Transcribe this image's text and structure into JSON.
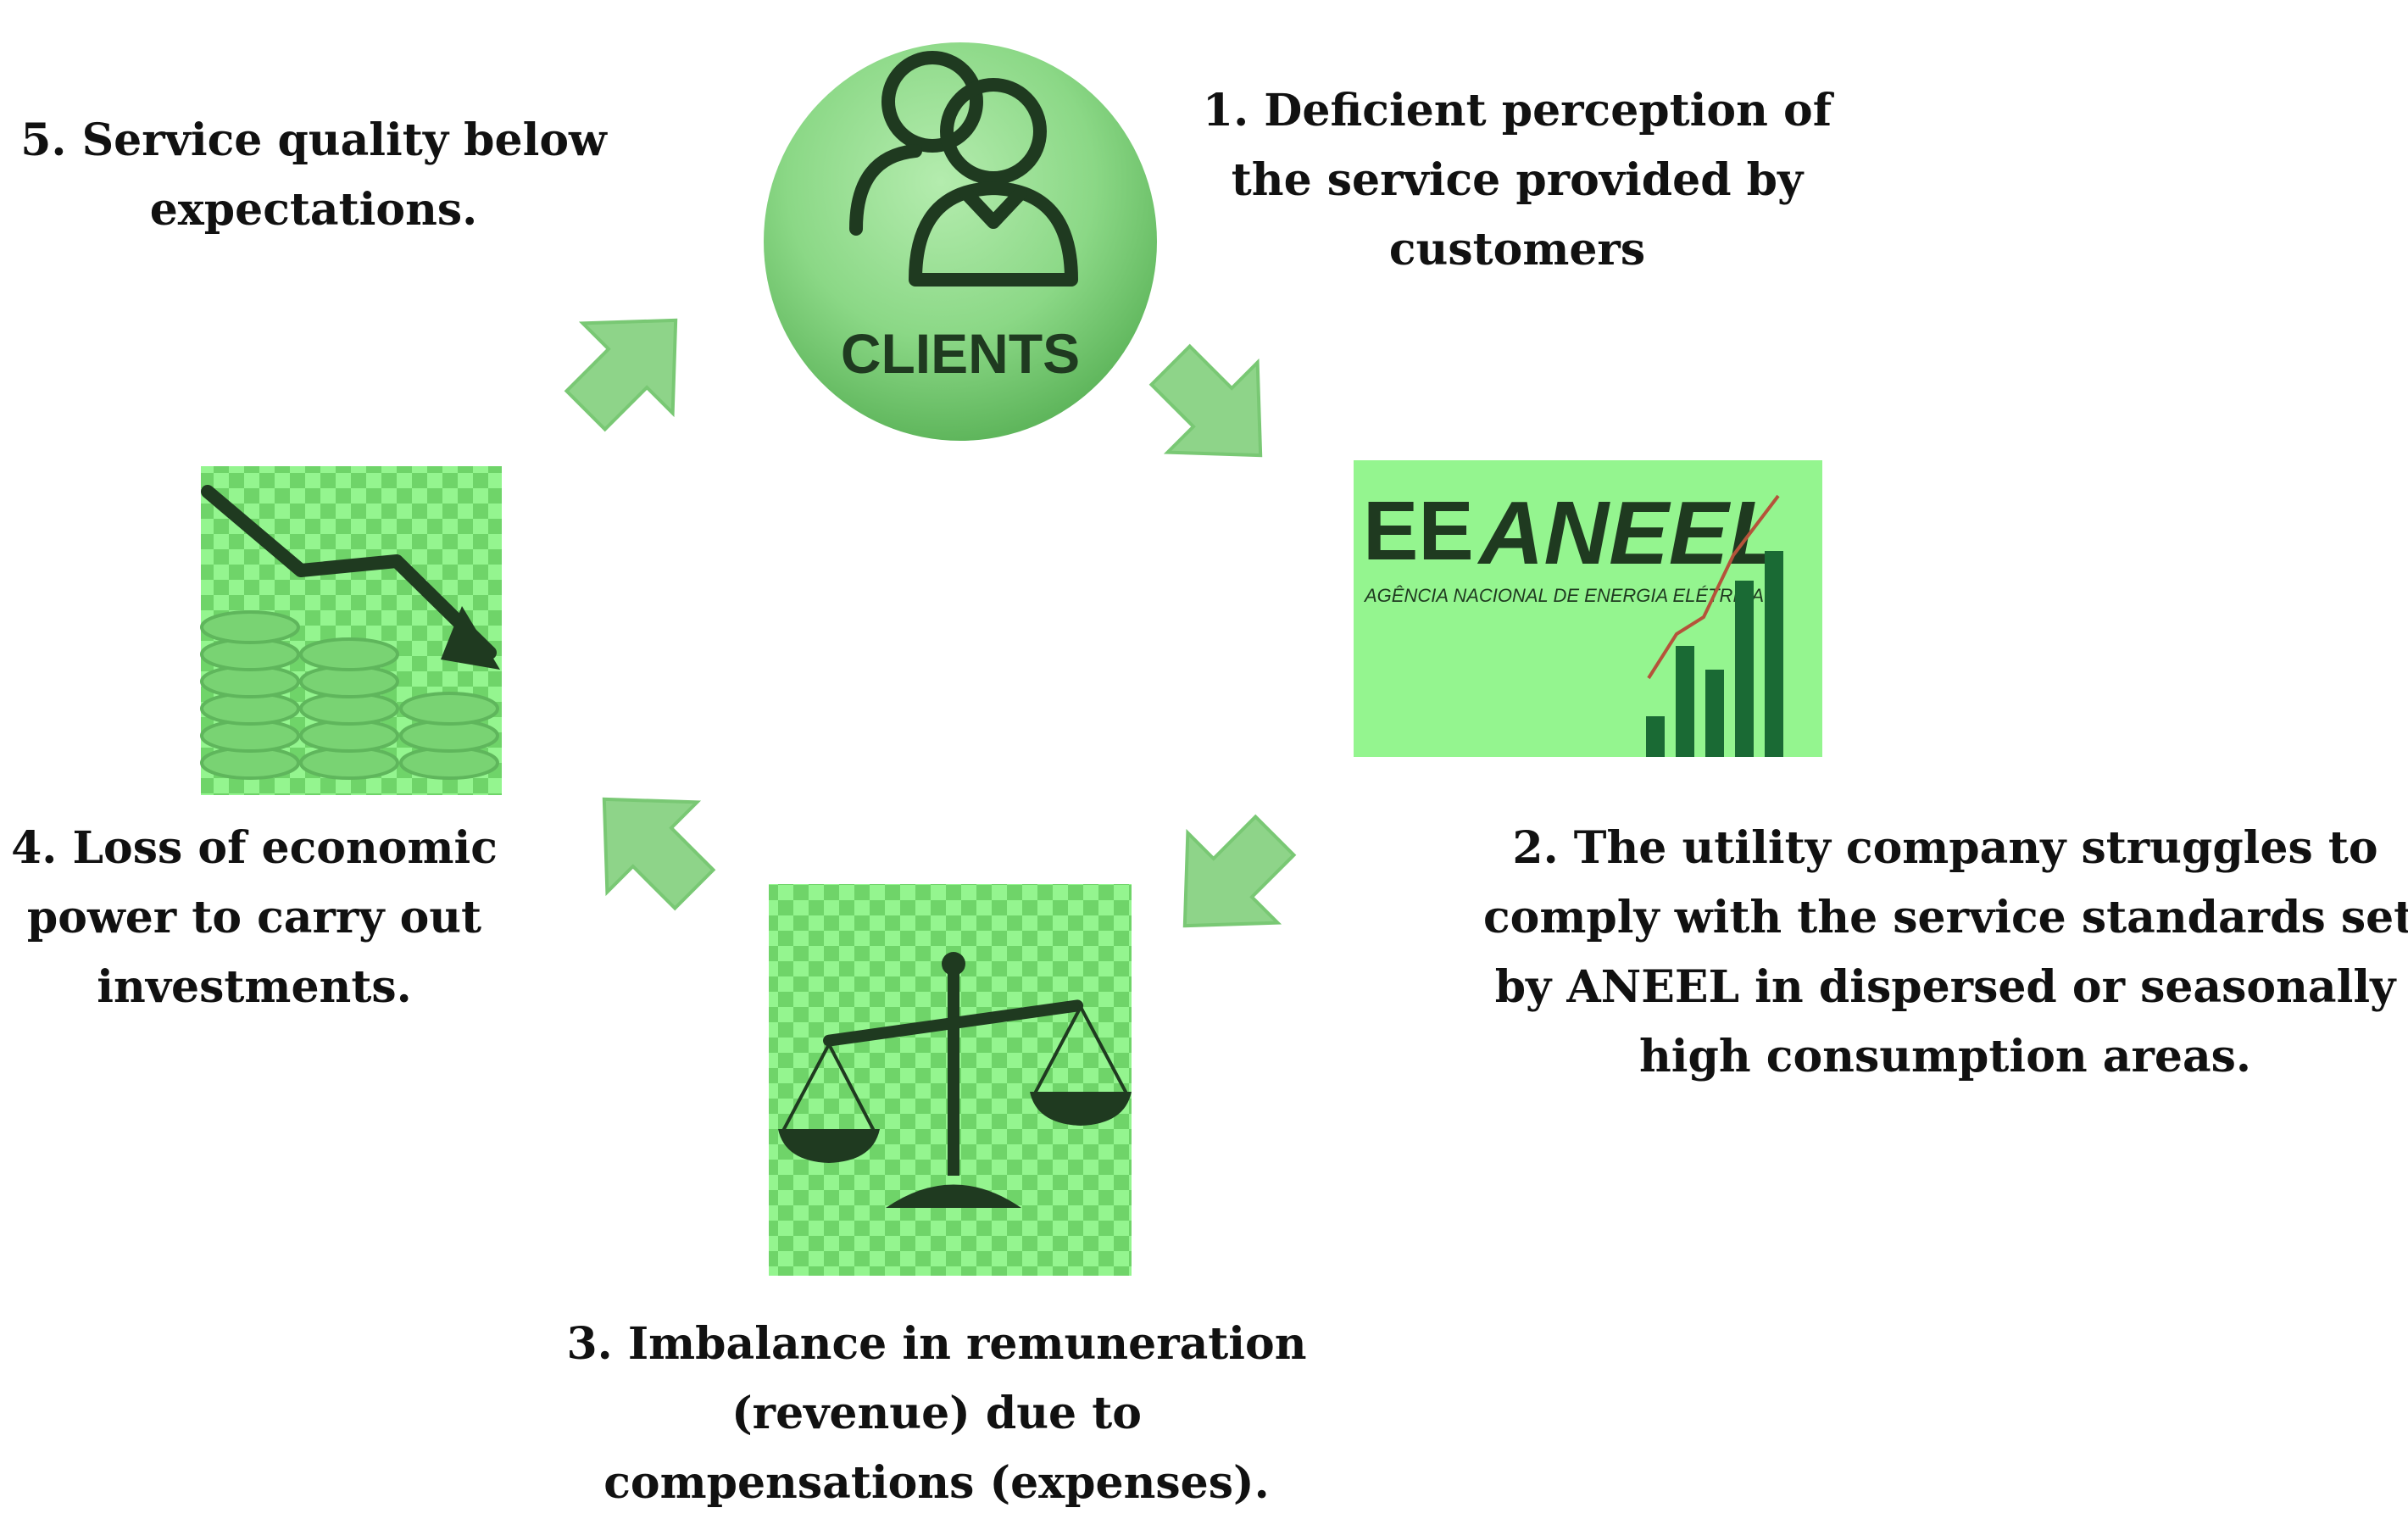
{
  "colors": {
    "circle_light": "#b4ecae",
    "circle_mid": "#8bd886",
    "circle_dark": "#5fb65c",
    "panel_fill": "#94f58f",
    "panel_check": "#6fd469",
    "arrow_fill": "#8ed489",
    "arrow_stroke": "#79c874",
    "icon_dark": "#1f3a20",
    "chart_bar": "#1a6a34",
    "chart_line": "#b5533a",
    "text": "#111111"
  },
  "clients_node": {
    "label": "CLIENTS",
    "icon": "users-icon"
  },
  "aneel_node": {
    "logo_mark": "EE",
    "logo_text": "ANEEL",
    "logo_subtitle": "AGÊNCIA NACIONAL DE ENERGIA ELÉTRICA",
    "icon": "rising-bar-chart-icon"
  },
  "balance_node": {
    "icon": "balance-scale-icon"
  },
  "economy_node": {
    "icon": "falling-coins-icon"
  },
  "steps": [
    {
      "id": "1",
      "lines": [
        "1. Deficient perception of",
        "the service provided by",
        "customers"
      ]
    },
    {
      "id": "2",
      "lines": [
        "2. The utility company struggles to",
        "comply with the service standards set",
        "by ANEEL in dispersed or seasonally",
        "high consumption areas."
      ]
    },
    {
      "id": "3",
      "lines": [
        "3. Imbalance in remuneration",
        "(revenue) due to",
        "compensations (expenses)."
      ]
    },
    {
      "id": "4",
      "lines": [
        "4. Loss of economic",
        "power to carry out",
        "investments."
      ]
    },
    {
      "id": "5",
      "lines": [
        "5. Service quality below",
        "expectations."
      ]
    }
  ]
}
